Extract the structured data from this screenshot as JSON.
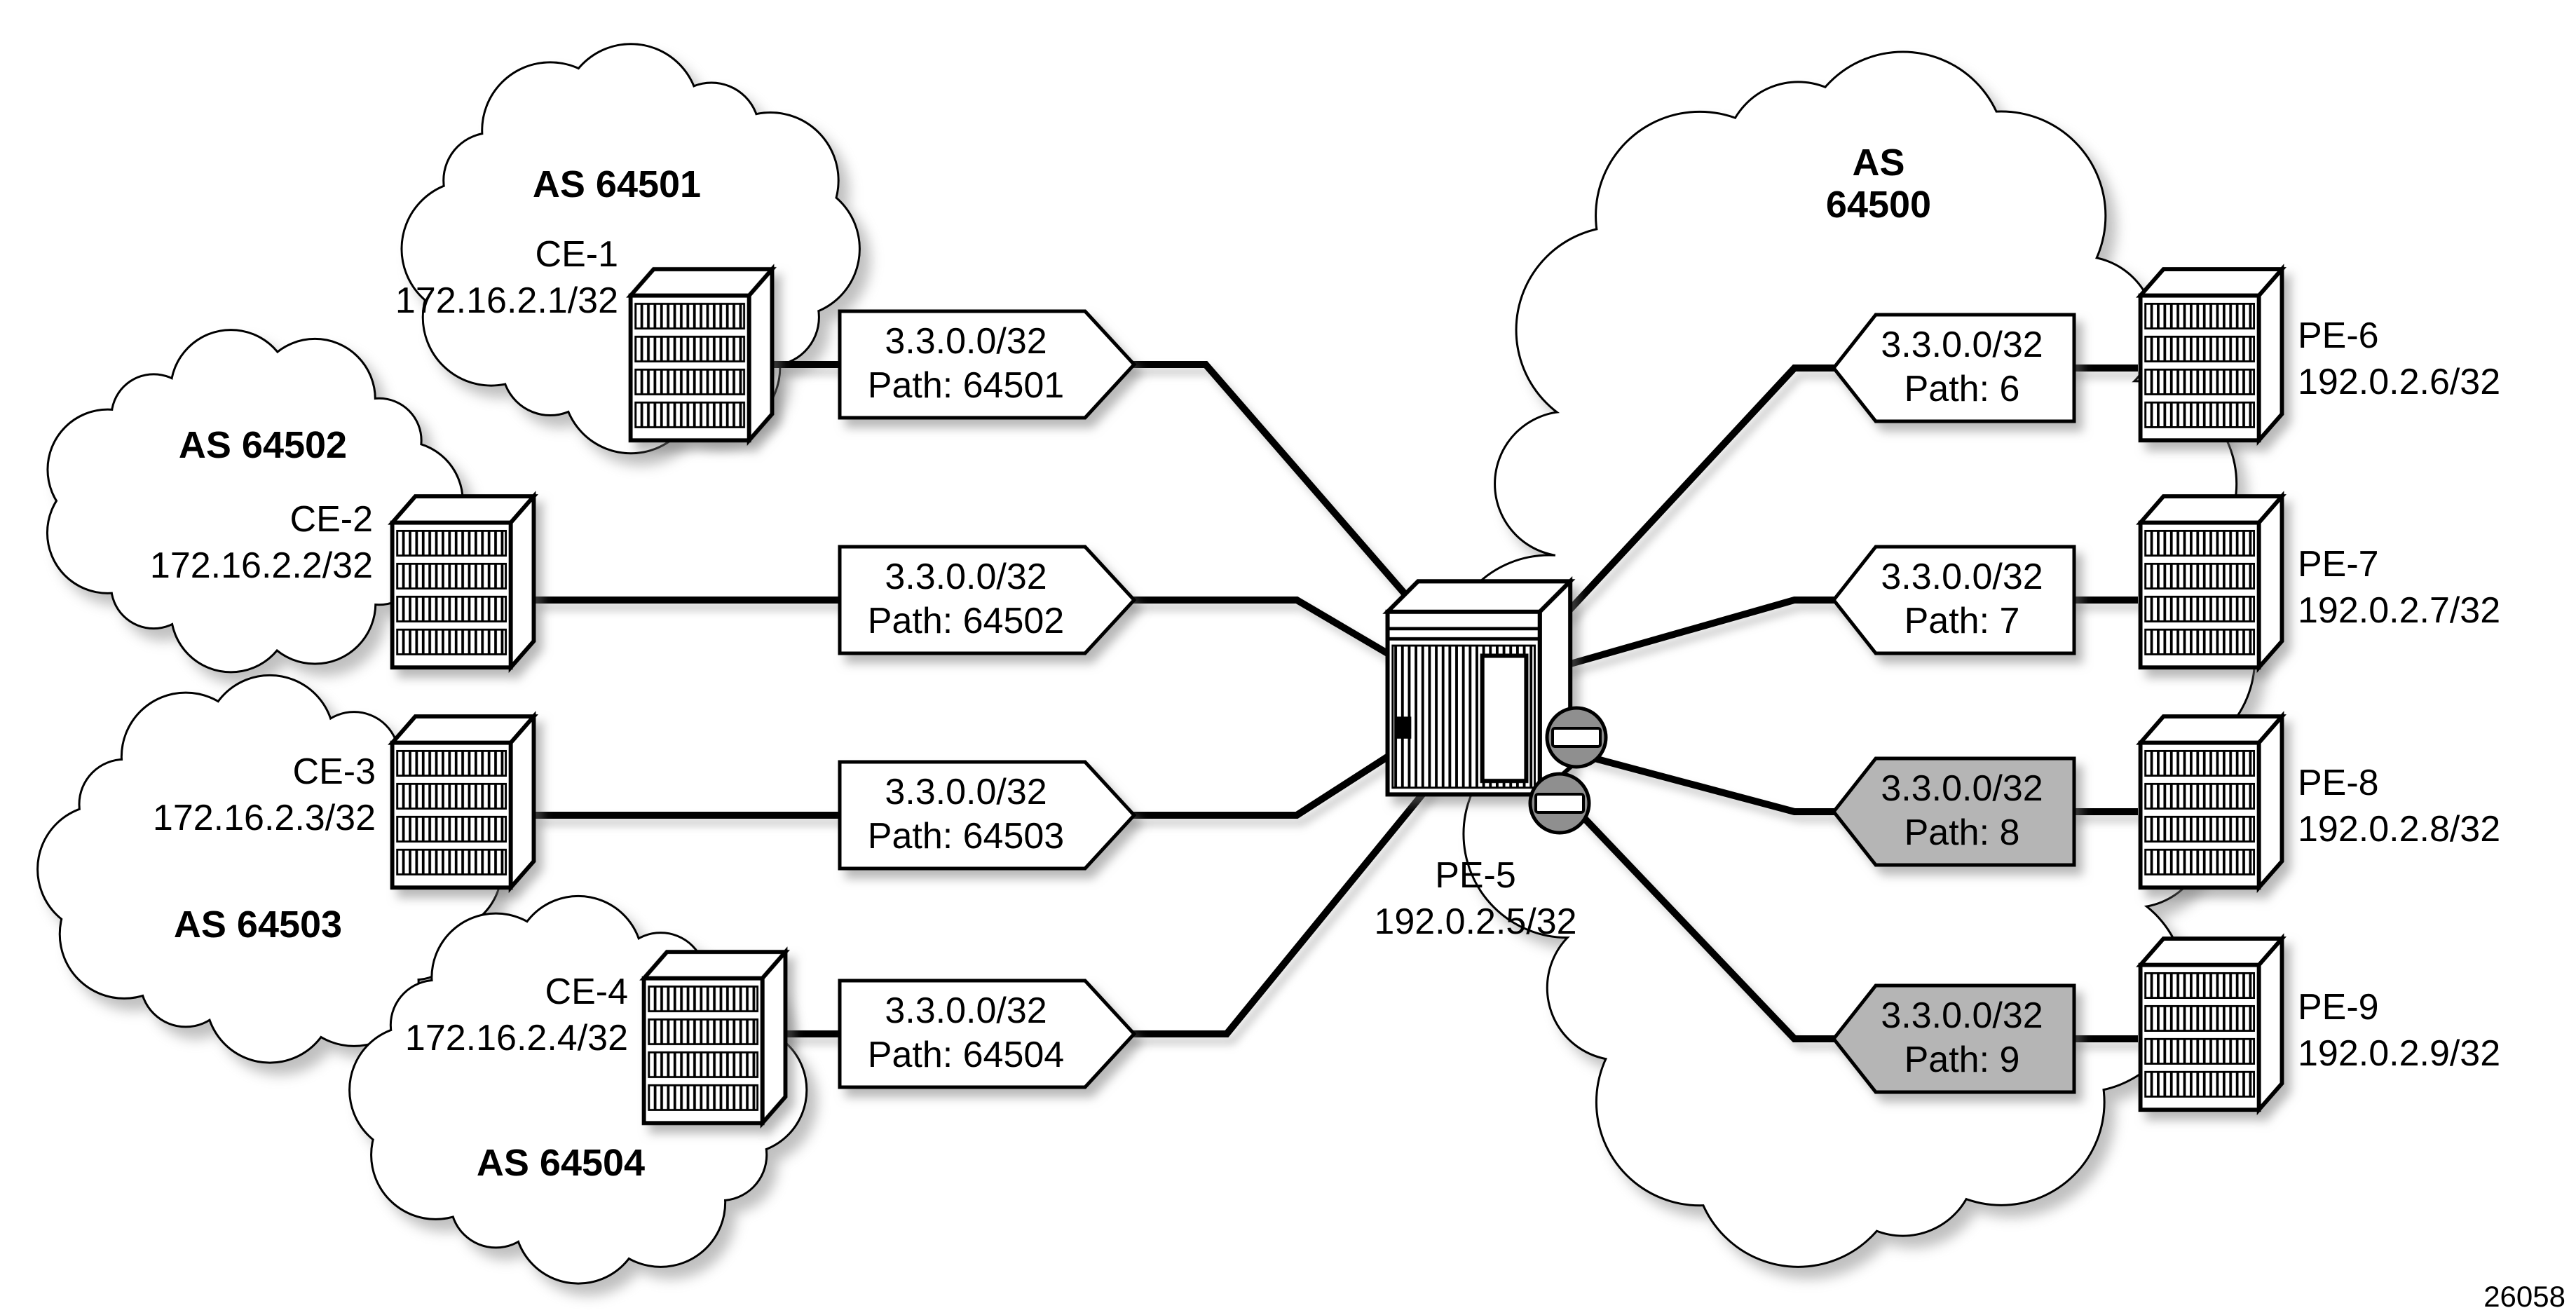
{
  "figure": {
    "number": "26058"
  },
  "clouds": {
    "as64501": {
      "label": "AS 64501"
    },
    "as64502": {
      "label": "AS 64502"
    },
    "as64503": {
      "label": "AS 64503"
    },
    "as64504": {
      "label": "AS 64504"
    },
    "as64500": {
      "line1": "AS",
      "line2": "64500"
    }
  },
  "routers": {
    "ce1": {
      "name": "CE-1",
      "ip": "172.16.2.1/32"
    },
    "ce2": {
      "name": "CE-2",
      "ip": "172.16.2.2/32"
    },
    "ce3": {
      "name": "CE-3",
      "ip": "172.16.2.3/32"
    },
    "ce4": {
      "name": "CE-4",
      "ip": "172.16.2.4/32"
    },
    "pe5": {
      "name": "PE-5",
      "ip": "192.0.2.5/32"
    },
    "pe6": {
      "name": "PE-6",
      "ip": "192.0.2.6/32"
    },
    "pe7": {
      "name": "PE-7",
      "ip": "192.0.2.7/32"
    },
    "pe8": {
      "name": "PE-8",
      "ip": "192.0.2.8/32"
    },
    "pe9": {
      "name": "PE-9",
      "ip": "192.0.2.9/32"
    }
  },
  "route_labels": {
    "left": [
      {
        "prefix": "3.3.0.0/32",
        "path": "Path: 64501",
        "highlighted": false
      },
      {
        "prefix": "3.3.0.0/32",
        "path": "Path: 64502",
        "highlighted": false
      },
      {
        "prefix": "3.3.0.0/32",
        "path": "Path: 64503",
        "highlighted": false
      },
      {
        "prefix": "3.3.0.0/32",
        "path": "Path: 64504",
        "highlighted": false
      }
    ],
    "right": [
      {
        "prefix": "3.3.0.0/32",
        "path": "Path: 6",
        "highlighted": false
      },
      {
        "prefix": "3.3.0.0/32",
        "path": "Path: 7",
        "highlighted": false
      },
      {
        "prefix": "3.3.0.0/32",
        "path": "Path: 8",
        "highlighted": true
      },
      {
        "prefix": "3.3.0.0/32",
        "path": "Path: 9",
        "highlighted": true
      }
    ]
  },
  "colors": {
    "banner_fill": "#ffffff",
    "banner_highlight_fill": "#b5b5b5",
    "line_color": "#000000"
  }
}
